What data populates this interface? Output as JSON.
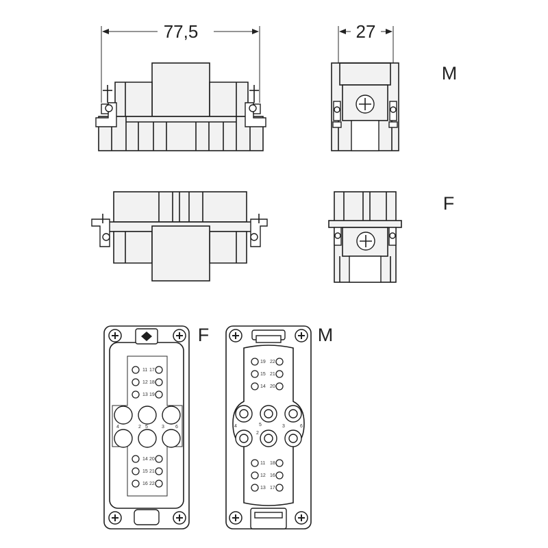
{
  "dimensions": {
    "length": "77,5",
    "width": "27"
  },
  "labels": {
    "male_side_view": "M",
    "female_side_view": "F",
    "female_face_view": "F",
    "male_face_view": "M"
  },
  "female_face_pins": {
    "upper_left": [
      "11",
      "12",
      "13"
    ],
    "upper_right": [
      "17",
      "18",
      "19"
    ],
    "middle_row": [
      "4",
      "2",
      "5",
      "3",
      "6"
    ],
    "lower_left": [
      "14",
      "15",
      "16"
    ],
    "lower_right": [
      "20",
      "21",
      "22"
    ]
  },
  "male_face_pins": {
    "upper_left": [
      "19",
      "15",
      "14"
    ],
    "upper_right": [
      "22",
      "21",
      "20"
    ],
    "middle_row": [
      "4",
      "2",
      "5",
      "3",
      "6"
    ],
    "lower_left": [
      "11",
      "12",
      "13"
    ],
    "lower_right": [
      "18",
      "16",
      "17"
    ]
  }
}
